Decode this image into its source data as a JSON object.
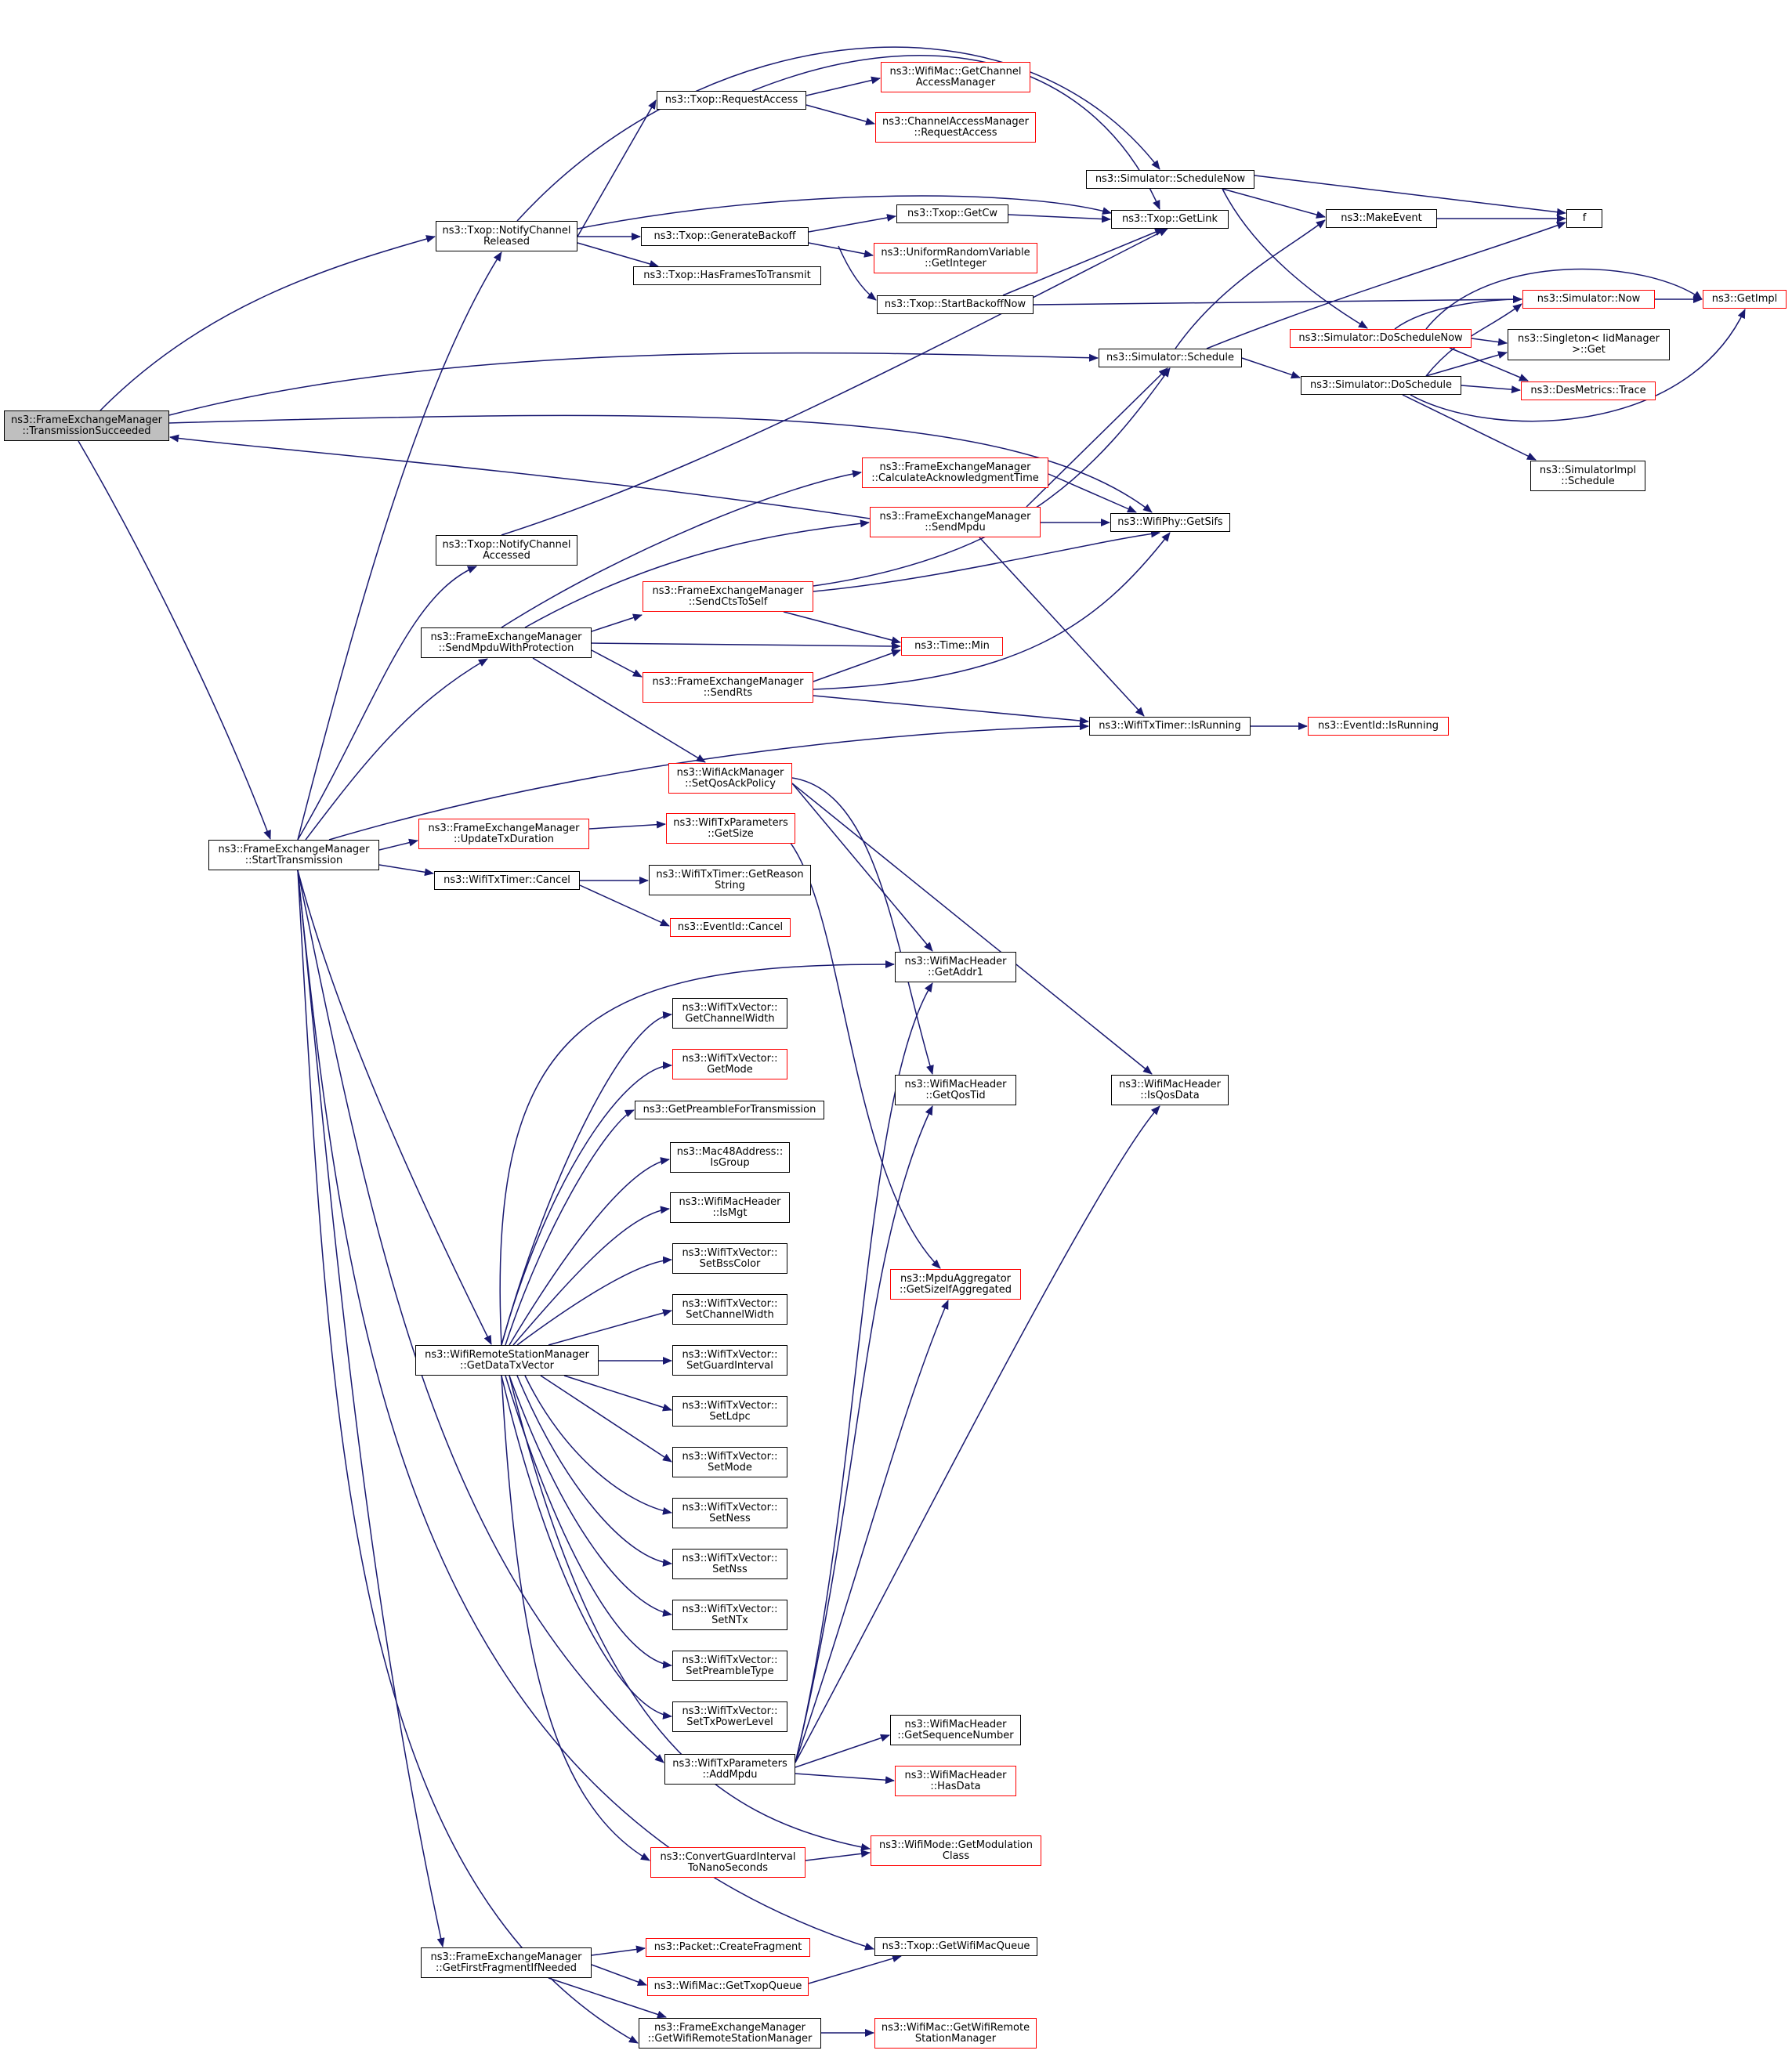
{
  "colors": {
    "edge": "#191970",
    "border": "#000000",
    "border_red": "#ff0000",
    "root_fill": "#bfbfbf",
    "background": "#ffffff"
  },
  "nodes": [
    {
      "id": "n0",
      "lines": [
        "ns3::FrameExchangeManager",
        "::TransmissionSucceeded"
      ],
      "style": "root"
    },
    {
      "id": "n1",
      "lines": [
        "ns3::Txop::NotifyChannel",
        "Released"
      ],
      "style": "black"
    },
    {
      "id": "n2",
      "lines": [
        "ns3::Txop::RequestAccess"
      ],
      "style": "black"
    },
    {
      "id": "n3",
      "lines": [
        "ns3::WifiMac::GetChannel",
        "AccessManager"
      ],
      "style": "red"
    },
    {
      "id": "n4",
      "lines": [
        "ns3::ChannelAccessManager",
        "::RequestAccess"
      ],
      "style": "red"
    },
    {
      "id": "n5",
      "lines": [
        "ns3::Simulator::ScheduleNow"
      ],
      "style": "black"
    },
    {
      "id": "n6",
      "lines": [
        "ns3::MakeEvent"
      ],
      "style": "black"
    },
    {
      "id": "n7",
      "lines": [
        "f"
      ],
      "style": "black"
    },
    {
      "id": "n8",
      "lines": [
        "ns3::Txop::GetLink"
      ],
      "style": "black"
    },
    {
      "id": "n9",
      "lines": [
        "ns3::Txop::GenerateBackoff"
      ],
      "style": "black"
    },
    {
      "id": "n10",
      "lines": [
        "ns3::Txop::GetCw"
      ],
      "style": "black"
    },
    {
      "id": "n11",
      "lines": [
        "ns3::UniformRandomVariable",
        "::GetInteger"
      ],
      "style": "red"
    },
    {
      "id": "n12",
      "lines": [
        "ns3::Txop::HasFramesToTransmit"
      ],
      "style": "black"
    },
    {
      "id": "n13",
      "lines": [
        "ns3::Txop::StartBackoffNow"
      ],
      "style": "black"
    },
    {
      "id": "n14",
      "lines": [
        "ns3::Simulator::DoScheduleNow"
      ],
      "style": "red"
    },
    {
      "id": "n15",
      "lines": [
        "ns3::Simulator::Now"
      ],
      "style": "red"
    },
    {
      "id": "n16",
      "lines": [
        "ns3::GetImpl"
      ],
      "style": "red"
    },
    {
      "id": "n17",
      "lines": [
        "ns3::Singleton< IidManager",
        ">::Get"
      ],
      "style": "black"
    },
    {
      "id": "n18",
      "lines": [
        "ns3::Simulator::Schedule"
      ],
      "style": "black"
    },
    {
      "id": "n19",
      "lines": [
        "ns3::Simulator::DoSchedule"
      ],
      "style": "black"
    },
    {
      "id": "n20",
      "lines": [
        "ns3::DesMetrics::Trace"
      ],
      "style": "red"
    },
    {
      "id": "n21",
      "lines": [
        "ns3::SimulatorImpl",
        "::Schedule"
      ],
      "style": "black"
    },
    {
      "id": "n22",
      "lines": [
        "ns3::FrameExchangeManager",
        "::CalculateAcknowledgmentTime"
      ],
      "style": "red"
    },
    {
      "id": "n23",
      "lines": [
        "ns3::FrameExchangeManager",
        "::SendMpdu"
      ],
      "style": "red"
    },
    {
      "id": "n24",
      "lines": [
        "ns3::WifiPhy::GetSifs"
      ],
      "style": "black"
    },
    {
      "id": "n25",
      "lines": [
        "ns3::Txop::NotifyChannel",
        "Accessed"
      ],
      "style": "black"
    },
    {
      "id": "n26",
      "lines": [
        "ns3::FrameExchangeManager",
        "::SendCtsToSelf"
      ],
      "style": "red"
    },
    {
      "id": "n27",
      "lines": [
        "ns3::FrameExchangeManager",
        "::SendMpduWithProtection"
      ],
      "style": "black"
    },
    {
      "id": "n28",
      "lines": [
        "ns3::Time::Min"
      ],
      "style": "red"
    },
    {
      "id": "n29",
      "lines": [
        "ns3::FrameExchangeManager",
        "::SendRts"
      ],
      "style": "red"
    },
    {
      "id": "n30",
      "lines": [
        "ns3::WifiTxTimer::IsRunning"
      ],
      "style": "black"
    },
    {
      "id": "n31",
      "lines": [
        "ns3::EventId::IsRunning"
      ],
      "style": "red"
    },
    {
      "id": "n32",
      "lines": [
        "ns3::WifiAckManager",
        "::SetQosAckPolicy"
      ],
      "style": "red"
    },
    {
      "id": "n33",
      "lines": [
        "ns3::FrameExchangeManager",
        "::StartTransmission"
      ],
      "style": "black"
    },
    {
      "id": "n34",
      "lines": [
        "ns3::FrameExchangeManager",
        "::UpdateTxDuration"
      ],
      "style": "red"
    },
    {
      "id": "n35",
      "lines": [
        "ns3::WifiTxParameters",
        "::GetSize"
      ],
      "style": "red"
    },
    {
      "id": "n36",
      "lines": [
        "ns3::WifiTxTimer::Cancel"
      ],
      "style": "black"
    },
    {
      "id": "n37",
      "lines": [
        "ns3::WifiTxTimer::GetReason",
        "String"
      ],
      "style": "black"
    },
    {
      "id": "n38",
      "lines": [
        "ns3::EventId::Cancel"
      ],
      "style": "red"
    },
    {
      "id": "n39",
      "lines": [
        "ns3::WifiMacHeader",
        "::GetAddr1"
      ],
      "style": "black"
    },
    {
      "id": "n40",
      "lines": [
        "ns3::WifiTxVector::",
        "GetChannelWidth"
      ],
      "style": "black"
    },
    {
      "id": "n41",
      "lines": [
        "ns3::WifiTxVector::",
        "GetMode"
      ],
      "style": "red"
    },
    {
      "id": "n42",
      "lines": [
        "ns3::GetPreambleForTransmission"
      ],
      "style": "black"
    },
    {
      "id": "n43",
      "lines": [
        "ns3::Mac48Address::",
        "IsGroup"
      ],
      "style": "black"
    },
    {
      "id": "n44",
      "lines": [
        "ns3::WifiMacHeader",
        "::IsMgt"
      ],
      "style": "black"
    },
    {
      "id": "n45",
      "lines": [
        "ns3::WifiTxVector::",
        "SetBssColor"
      ],
      "style": "black"
    },
    {
      "id": "n46",
      "lines": [
        "ns3::WifiTxVector::",
        "SetChannelWidth"
      ],
      "style": "black"
    },
    {
      "id": "n47",
      "lines": [
        "ns3::WifiTxVector::",
        "SetGuardInterval"
      ],
      "style": "black"
    },
    {
      "id": "n48",
      "lines": [
        "ns3::WifiTxVector::",
        "SetLdpc"
      ],
      "style": "black"
    },
    {
      "id": "n49",
      "lines": [
        "ns3::WifiTxVector::",
        "SetMode"
      ],
      "style": "black"
    },
    {
      "id": "n50",
      "lines": [
        "ns3::WifiTxVector::",
        "SetNess"
      ],
      "style": "black"
    },
    {
      "id": "n51",
      "lines": [
        "ns3::WifiTxVector::",
        "SetNss"
      ],
      "style": "black"
    },
    {
      "id": "n52",
      "lines": [
        "ns3::WifiTxVector::",
        "SetNTx"
      ],
      "style": "black"
    },
    {
      "id": "n53",
      "lines": [
        "ns3::WifiTxVector::",
        "SetPreambleType"
      ],
      "style": "black"
    },
    {
      "id": "n54",
      "lines": [
        "ns3::WifiTxVector::",
        "SetTxPowerLevel"
      ],
      "style": "black"
    },
    {
      "id": "n55",
      "lines": [
        "ns3::WifiRemoteStationManager",
        "::GetDataTxVector"
      ],
      "style": "black"
    },
    {
      "id": "n56",
      "lines": [
        "ns3::WifiMacHeader",
        "::GetQosTid"
      ],
      "style": "black"
    },
    {
      "id": "n57",
      "lines": [
        "ns3::WifiMacHeader",
        "::IsQosData"
      ],
      "style": "black"
    },
    {
      "id": "n58",
      "lines": [
        "ns3::MpduAggregator",
        "::GetSizeIfAggregated"
      ],
      "style": "red"
    },
    {
      "id": "n59",
      "lines": [
        "ns3::WifiMacHeader",
        "::GetSequenceNumber"
      ],
      "style": "black"
    },
    {
      "id": "n60",
      "lines": [
        "ns3::WifiTxParameters",
        "::AddMpdu"
      ],
      "style": "black"
    },
    {
      "id": "n61",
      "lines": [
        "ns3::WifiMacHeader",
        "::HasData"
      ],
      "style": "red"
    },
    {
      "id": "n62",
      "lines": [
        "ns3::WifiMode::GetModulation",
        "Class"
      ],
      "style": "red"
    },
    {
      "id": "n63",
      "lines": [
        "ns3::ConvertGuardInterval",
        "ToNanoSeconds"
      ],
      "style": "red"
    },
    {
      "id": "n64",
      "lines": [
        "ns3::Packet::CreateFragment"
      ],
      "style": "red"
    },
    {
      "id": "n65",
      "lines": [
        "ns3::FrameExchangeManager",
        "::GetFirstFragmentIfNeeded"
      ],
      "style": "black"
    },
    {
      "id": "n66",
      "lines": [
        "ns3::Txop::GetWifiMacQueue"
      ],
      "style": "black"
    },
    {
      "id": "n67",
      "lines": [
        "ns3::WifiMac::GetTxopQueue"
      ],
      "style": "red"
    },
    {
      "id": "n68",
      "lines": [
        "ns3::FrameExchangeManager",
        "::GetWifiRemoteStationManager"
      ],
      "style": "black"
    },
    {
      "id": "n69",
      "lines": [
        "ns3::WifiMac::GetWifiRemote",
        "StationManager"
      ],
      "style": "red"
    }
  ]
}
